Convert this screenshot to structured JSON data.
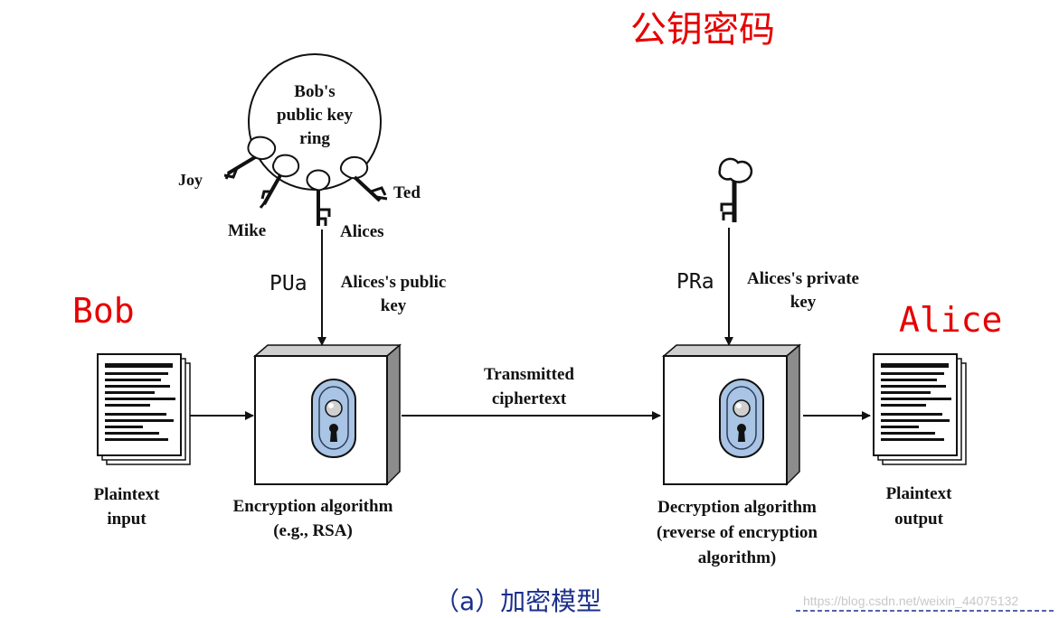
{
  "title": "公钥密码",
  "caption": "（a）加密模型",
  "watermark": "https://blog.csdn.net/weixin_44075132",
  "parties": {
    "sender": "Bob",
    "receiver": "Alice"
  },
  "key_ring": {
    "label_lines": [
      "Bob's",
      "public key",
      "ring"
    ],
    "owners": [
      "Joy",
      "Mike",
      "Alices",
      "Ted"
    ]
  },
  "public_key": {
    "symbol": "PUa",
    "label_lines": [
      "Alices's public",
      "key"
    ]
  },
  "private_key": {
    "symbol": "PRa",
    "label_lines": [
      "Alices's private",
      "key"
    ]
  },
  "channel": {
    "label_lines": [
      "Transmitted",
      "ciphertext"
    ]
  },
  "plaintext_input": {
    "label_lines": [
      "Plaintext",
      "input"
    ]
  },
  "plaintext_output": {
    "label_lines": [
      "Plaintext",
      "output"
    ]
  },
  "encryption": {
    "label_lines": [
      "Encryption algorithm",
      "(e.g., RSA)"
    ]
  },
  "decryption": {
    "label_lines": [
      "Decryption algorithm",
      "(reverse of encryption",
      "algorithm)"
    ]
  },
  "colors": {
    "accent_red": "#e60000",
    "caption_blue": "#1a2f8a",
    "lock_blue": "#a9c4e4",
    "box_gray": "#8c8c8c"
  }
}
